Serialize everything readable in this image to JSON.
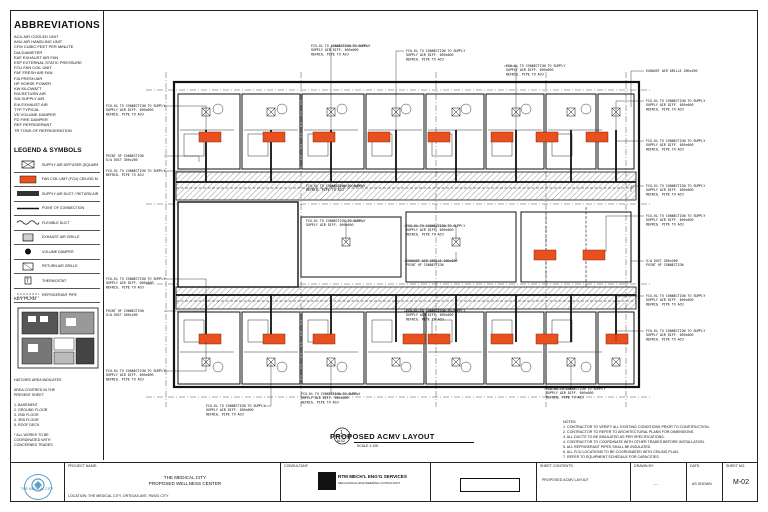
{
  "abbreviations": {
    "title": "ABBREVIATIONS",
    "items": [
      "ACU  AIR COOLED UNIT",
      "AHU  AIR HANDLING UNIT",
      "CFM  CUBIC FEET PER MINUTE",
      "DIA  DIAMETER",
      "EAF  EXHAUST AIR FAN",
      "ESP  EXTERNAL STATIC PRESSURE",
      "FCU  FAN COIL UNIT",
      "FAF  FRESH AIR FAN",
      "F/A  FRESH AIR",
      "HP   HORSE POWER",
      "KW   KILOWATT",
      "R/A  RETURN AIR",
      "S/A  SUPPLY AIR",
      "E/A  EXHAUST AIR",
      "TYP  TYPICAL",
      "VD   VOLUME DAMPER",
      "FD   FIRE DAMPER",
      "REF  REFRIGERANT",
      "TR   TONS OF REFRIGERATION"
    ]
  },
  "legend": {
    "title": "LEGEND & SYMBOLS",
    "items": [
      "SUPPLY AIR DIFFUSER (SQUARE)",
      "FAN COIL UNIT (FCU) CEILING MOUNTED",
      "SUPPLY AIR DUCT / RETURN AIR DUCT",
      "POINT OF CONNECTION",
      "FLEXIBLE DUCT",
      "EXHAUST AIR GRILLE",
      "VOLUME DAMPER",
      "RETURN AIR GRILLE",
      "THERMOSTAT",
      "REFRIGERANT PIPE"
    ]
  },
  "keyplan": {
    "title": "KEY PLAN"
  },
  "left_notes": [
    "HATCHED AREA INDICATES",
    "",
    "AREA COVERED IN THE",
    "PRESENT SHEET",
    "",
    "1. BASEMENT",
    "2. GROUND FLOOR",
    "3. 2ND FLOOR",
    "4. 3RD FLOOR",
    "5. ROOF DECK",
    "",
    "* ALL WORKS TO BE",
    "  COORDINATED WITH",
    "  CONCERNED TRADES"
  ],
  "plan": {
    "title": "PROPOSED ACMV LAYOUT",
    "scale": "SCALE 1:100",
    "callout": "1",
    "callout_sub": "M-02"
  },
  "annotations": {
    "fcu_conn": "FCU-01 TO CONNECTION TO SUPPLY",
    "fcu_conn2": "SUPPLY AIR DIFF. 600x600",
    "fcu_conn3": "REFRIG. PIPE TO ACU",
    "poc": "POINT OF CONNECTION",
    "duct": "S/A DUCT 300x200",
    "exh": "EXHAUST AIR GRILLE 200x200"
  },
  "right_notes": {
    "title": "NOTES:",
    "items": [
      "1. CONTRACTOR TO VERIFY ALL EXISTING CONDITIONS PRIOR TO CONSTRUCTION.",
      "2. CONTRACTOR TO REFER TO ARCHITECTURAL PLANS FOR DIMENSIONS.",
      "3. ALL DUCTS TO BE INSULATED AS PER SPECIFICATIONS.",
      "4. CONTRACTOR TO COORDINATE WITH OTHER TRADES BEFORE INSTALLATION.",
      "5. ALL REFRIGERANT PIPES SHALL BE INSULATED.",
      "6. ALL FCU LOCATIONS TO BE COORDINATED WITH CEILING PLAN.",
      "7. REFER TO EQUIPMENT SCHEDULE FOR CAPACITIES."
    ]
  },
  "title_block": {
    "logo_text": "THE MEDICAL CITY",
    "project_label": "PROJECT NAME:",
    "project_name_1": "THE MEDICAL CITY",
    "project_name_2": "PROPOSED WELLNESS CENTER",
    "location": "LOCATION: THE MEDICAL CITY, ORTIGAS AVE. PASIG CITY",
    "consultant_label": "CONSULTANT:",
    "consultant_name": "RTM MECH'L ENG'G SERVICES",
    "consultant_sub": "MECHANICAL ENGINEERING CONSULTANT",
    "sheet_contents_label": "SHEET CONTENTS:",
    "sheet_contents": "PROPOSED ACMV LAYOUT",
    "drawn_label": "DRAWN BY:",
    "drawn_value": "---",
    "date_label": "DATE:",
    "date_value": "AS SHOWN",
    "sheet_no_label": "SHEET NO.",
    "sheet_no": "M-02"
  },
  "colors": {
    "fcu": "#e8501e",
    "line": "#1a1a1a",
    "hatch": "#9a9a9a",
    "logo": "#5aa0c8"
  }
}
